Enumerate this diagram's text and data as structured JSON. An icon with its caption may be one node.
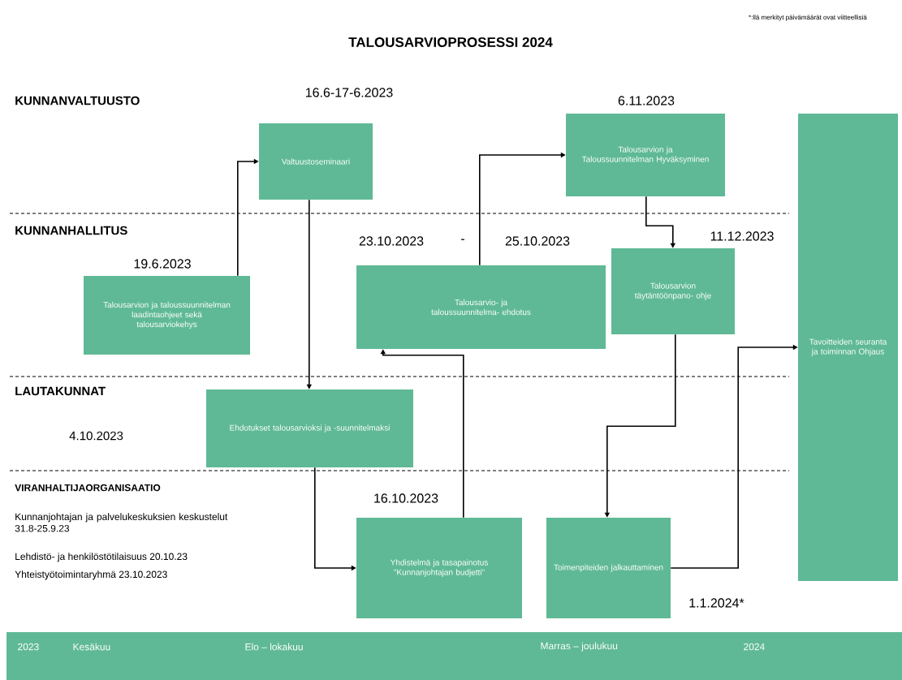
{
  "diagram": {
    "title": "TALOUSARVIOPROSESSI 2024",
    "nodes": [
      {
        "text": [
          "Valtuustoseminaari"
        ],
        "beside": [
          "16.6-17-6.2023"
        ]
      },
      {
        "text": [
          "Talousarvion ja Taloussuunnitelman Hyväksyminen"
        ],
        "beside": [
          "6.11.2023"
        ]
      },
      {
        "text": [
          "Tavoitteiden seuranta ja toiminnan Ohjaus"
        ]
      },
      {
        "text": [
          "Talousarvion ja taloussuunnitelman laadintaohjeet sekä talousarviokehys"
        ],
        "beside": [
          "19.6.2023"
        ]
      },
      {
        "text": [
          "Talousarvio- ja taloussuunnitelma- ehdotus"
        ],
        "beside": [
          "23.10.2023",
          "-",
          "25.10.2023"
        ]
      },
      {
        "text": [
          "Talousarvion täytäntöönpano- ohje"
        ],
        "beside": [
          "11.12.2023"
        ]
      },
      {
        "text": [
          "Ehdotukset talousarvioksi ja -suunnitelmaksi"
        ]
      },
      {
        "text": [
          "Yhdistelmä ja tasapainotus \"Kunnanjohtajan budjetti\""
        ],
        "beside": [
          "16.10.2023"
        ]
      },
      {
        "text": [
          "Toimenpiteiden jalkauttaminen"
        ]
      },
      {
        "text": [
          "2023",
          "Kesäkuu",
          "Elo – lokakuu",
          "Marras – joulukuu",
          "2024"
        ]
      }
    ],
    "edges": [
      {
        "from": 3,
        "to": 0,
        "arrow": "to"
      },
      {
        "from": 0,
        "to": 6,
        "arrow": "to"
      },
      {
        "from": 6,
        "to": 7,
        "arrow": "to"
      },
      {
        "from": 7,
        "to": 4,
        "arrow": "to"
      },
      {
        "from": 4,
        "to": 1,
        "arrow": "to"
      },
      {
        "from": 1,
        "to": 5,
        "arrow": "to"
      },
      {
        "from": 5,
        "to": 8,
        "arrow": "to"
      },
      {
        "from": 8,
        "to": 2,
        "arrow": "to"
      }
    ],
    "labels": [
      "*:llä merkityt päivämäärät ovat viitteellisiä",
      "KUNNANVALTUUSTO",
      "KUNNANHALLITUS",
      "LAUTAKUNNAT",
      "4.10.2023",
      "VIRANHALTIJAORGANISAATIO",
      "Kunnanjohtajan ja palvelukeskuksien keskustelut 31.8-25.9.23",
      "Lehdistö- ja henkilöstötilaisuus 20.10.23",
      "Yhteistyötoimintaryhmä 23.10.2023",
      "1.1.2024*"
    ]
  }
}
